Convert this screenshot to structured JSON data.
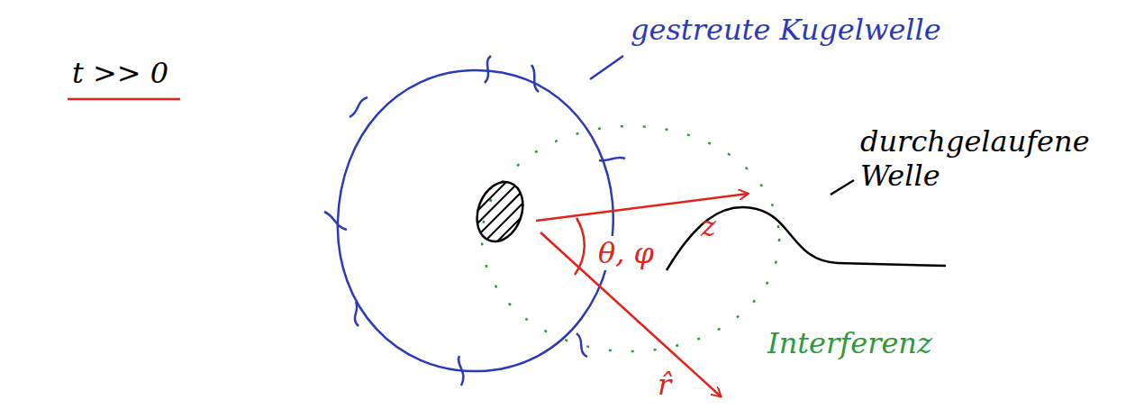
{
  "diagram": {
    "labels": [
      "t >> 0",
      "gestreute Kugelwelle",
      "durchgelaufene Welle",
      "Interferenz",
      "θ, φ",
      "z",
      "r̂"
    ]
  }
}
